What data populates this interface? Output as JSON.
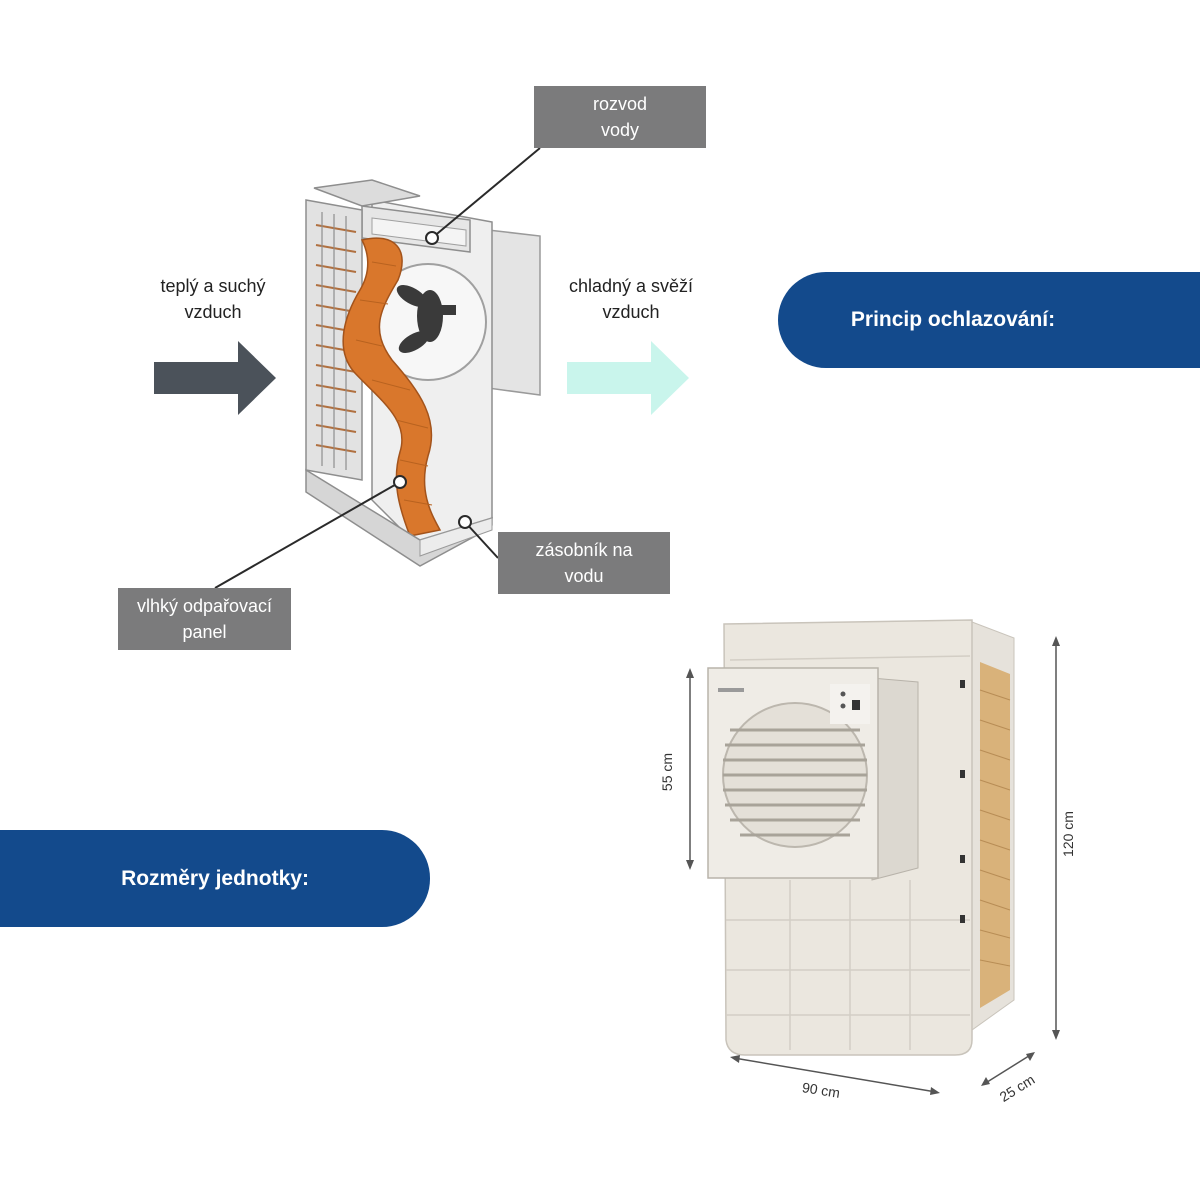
{
  "principle": {
    "heading": "Princip ochlazování:",
    "inlet_label": [
      "teplý a suchý",
      "vzduch"
    ],
    "outlet_label": [
      "chladný a svěží",
      "vzduch"
    ],
    "callouts": {
      "water_distribution": [
        "rozvod",
        "vody"
      ],
      "water_tank": [
        "zásobník na",
        "vodu"
      ],
      "evaporative_pad": [
        "vlhký odpařovací",
        "panel"
      ]
    }
  },
  "dimensions": {
    "heading": "Rozměry jednotky:",
    "fan_height": "55 cm",
    "total_height": "120 cm",
    "width": "90 cm",
    "depth": "25 cm"
  },
  "colors": {
    "brand_blue": "#134a8c",
    "callout_grey": "#7b7b7c",
    "warm_arrow": "#4b525a",
    "cool_arrow": "#c9f5ec",
    "pad_orange": "#d9772c"
  }
}
